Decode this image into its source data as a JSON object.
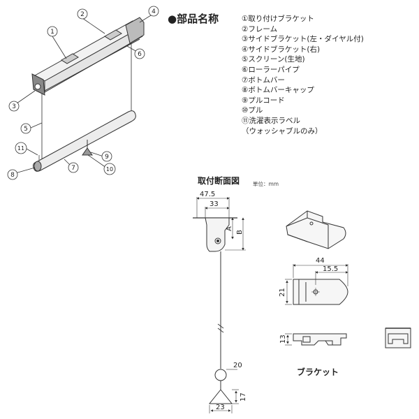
{
  "parts_heading": "●部品名称",
  "parts": [
    "①取り付けブラケット",
    "②フレーム",
    "③サイドブラケット(左・ダイヤル付)",
    "④サイドブラケット(右)",
    "⑤スクリーン(生地)",
    "⑥ローラーパイプ",
    "⑦ボトムバー",
    "⑧ボトムバーキャップ",
    "⑨プルコード",
    "⑩プル",
    "⑪洗濯表示ラベル",
    "（ウォッシャブルのみ）"
  ],
  "callouts": [
    "1",
    "2",
    "3",
    "4",
    "5",
    "6",
    "7",
    "8",
    "9",
    "10",
    "11"
  ],
  "section_title": "取付断面図",
  "unit_label": "単位：mm",
  "dims": {
    "d475": "47.5",
    "d33": "33",
    "dA": "A",
    "dB": "B",
    "d20": "20",
    "d17": "17",
    "d23": "23",
    "d44": "44",
    "d155": "15.5",
    "d21": "21",
    "d13": "13"
  },
  "bracket_label": "ブラケット"
}
